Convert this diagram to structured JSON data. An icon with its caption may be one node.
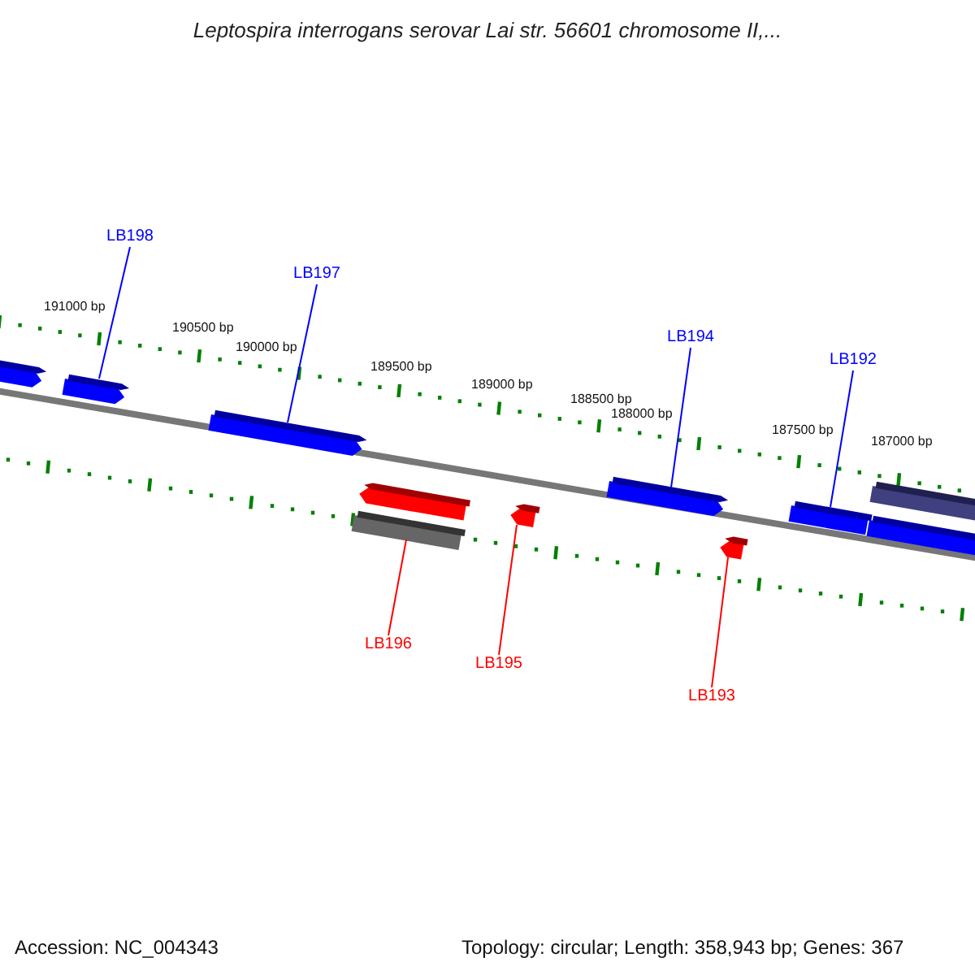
{
  "diagram": {
    "title": "Leptospira interrogans serovar Lai str. 56601 chromosome II,...",
    "nodes": [
      {
        "text": [
          "LB198"
        ]
      },
      {
        "text": [
          "LB197"
        ]
      },
      {
        "text": [
          "LB194"
        ]
      },
      {
        "text": [
          "LB192"
        ]
      },
      {
        "text": [
          "LB196"
        ]
      },
      {
        "text": [
          "LB195"
        ]
      },
      {
        "text": [
          "LB193"
        ]
      },
      {
        "text": [],
        "shape": "bar"
      },
      {
        "text": [],
        "shape": "bar"
      },
      {
        "text": [],
        "shape": "bar"
      },
      {
        "text": [],
        "shape": "bar"
      },
      {
        "text": [],
        "shape": "bar"
      },
      {
        "text": [],
        "shape": "bar"
      },
      {
        "text": [],
        "shape": "bar"
      },
      {
        "text": [],
        "shape": "bar"
      },
      {
        "text": [],
        "shape": "bar"
      },
      {
        "text": [],
        "shape": "bar"
      },
      {
        "text": [],
        "shape": "bar"
      }
    ],
    "edges": [
      {
        "from": 0,
        "to": 8,
        "arrow": "none"
      },
      {
        "from": 1,
        "to": 9,
        "arrow": "none"
      },
      {
        "from": 2,
        "to": 13,
        "arrow": "none"
      },
      {
        "from": 3,
        "to": 15,
        "arrow": "none"
      },
      {
        "from": 4,
        "to": 11,
        "arrow": "none",
        "color": "#ff0000"
      },
      {
        "from": 5,
        "to": 12,
        "arrow": "none",
        "color": "#ff0000"
      },
      {
        "from": 6,
        "to": 14,
        "arrow": "none",
        "color": "#ff0000"
      }
    ],
    "labels": [
      "191000 bp",
      "190500 bp",
      "190000 bp",
      "189500 bp",
      "189000 bp",
      "188500 bp",
      "188000 bp",
      "187500 bp",
      "187000 bp",
      "Accession: NC_004343",
      "Topology: circular; Length: 358,943 bp; Genes: 367"
    ]
  }
}
